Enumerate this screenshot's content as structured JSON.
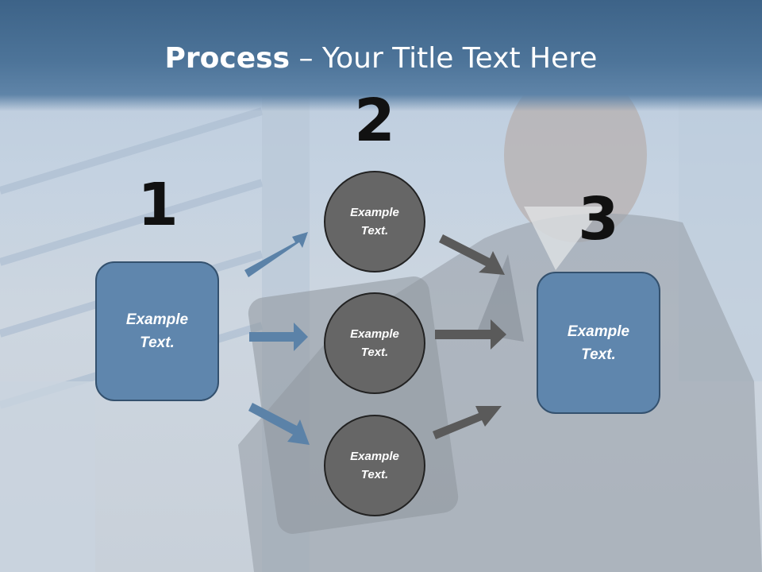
{
  "title": {
    "bold": "Process",
    "rest": " – Your Title Text Here"
  },
  "steps": {
    "one": "1",
    "two": "2",
    "three": "3"
  },
  "boxes": {
    "left": [
      "Example",
      "Text."
    ],
    "right": [
      "Example",
      "Text."
    ]
  },
  "circles": {
    "top": [
      "Example",
      "Text."
    ],
    "middle": [
      "Example",
      "Text."
    ],
    "bottom": [
      "Example",
      "Text."
    ]
  },
  "colors": {
    "blue_box": "#5f86ad",
    "blue_arrow": "#5b82a8",
    "gray_circle": "#666666",
    "gray_arrow": "#5a5a5a",
    "title_band": "#4d7499"
  }
}
